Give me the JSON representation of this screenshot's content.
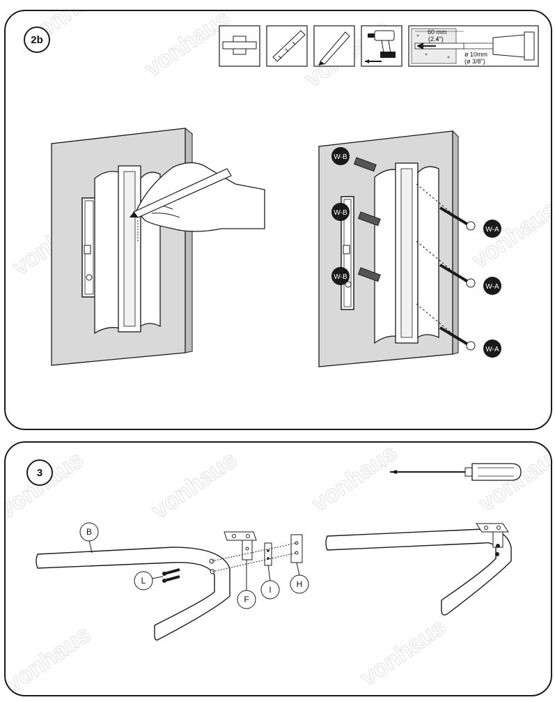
{
  "watermark": "vonhaus",
  "step_2b": {
    "badge": "2b",
    "drill_spec": {
      "depth_mm": "60 mm",
      "depth_in": "(2.4\")",
      "dia_mm": "ø 10mm",
      "dia_in": "(ø 3/8\")"
    },
    "anchor_label": "W-B",
    "screw_label": "W-A"
  },
  "step_3": {
    "badge": "3",
    "parts": {
      "b": "B",
      "l": "L",
      "f": "F",
      "i": "I",
      "h": "H"
    }
  },
  "colors": {
    "line": "#1a1a1a",
    "wall": "#d9d9d9",
    "wall_shade": "#bdbdbd"
  }
}
